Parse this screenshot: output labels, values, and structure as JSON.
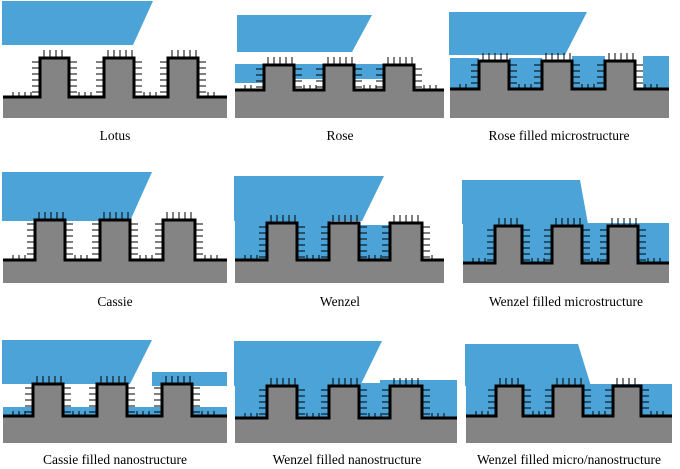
{
  "colors": {
    "water": "#4ba3d8",
    "substrate": "#848484",
    "outline": "#000000",
    "background": "#ffffff"
  },
  "panels": [
    {
      "label": "Lotus",
      "wetting": "lotus"
    },
    {
      "label": "Rose",
      "wetting": "rose"
    },
    {
      "label": "Rose filled microstructure",
      "wetting": "rose-filled-micro"
    },
    {
      "label": "Cassie",
      "wetting": "cassie"
    },
    {
      "label": "Wenzel",
      "wetting": "wenzel"
    },
    {
      "label": "Wenzel filled microstructure",
      "wetting": "wenzel-filled-micro"
    },
    {
      "label": "Cassie filled nanostructure",
      "wetting": "cassie-filled-nano"
    },
    {
      "label": "Wenzel filled nanostructure",
      "wetting": "wenzel-filled-nano"
    },
    {
      "label": "Wenzel filled micro/nanostructure",
      "wetting": "wenzel-filled-micro-nano"
    }
  ]
}
